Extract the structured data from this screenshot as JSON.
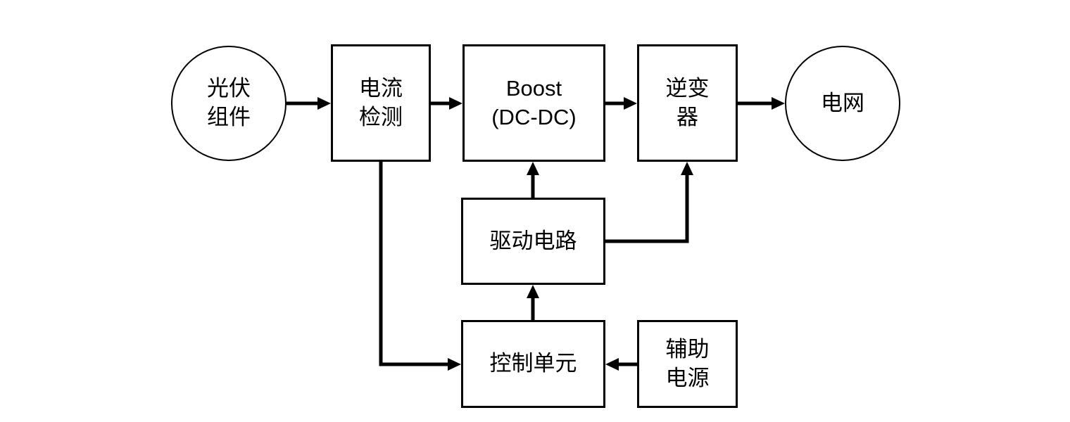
{
  "diagram": {
    "description": "Block diagram of a photovoltaic grid-connected power system",
    "nodes": {
      "pv": {
        "label": "光伏\n组件",
        "shape": "circle"
      },
      "current_sense": {
        "label": "电流\n检测",
        "shape": "rect"
      },
      "boost": {
        "label": "Boost\n(DC-DC)",
        "shape": "rect"
      },
      "inverter": {
        "label": "逆变\n器",
        "shape": "rect"
      },
      "grid": {
        "label": "电网",
        "shape": "circle"
      },
      "driver": {
        "label": "驱动电路",
        "shape": "rect"
      },
      "control": {
        "label": "控制单元",
        "shape": "rect"
      },
      "aux_power": {
        "label": "辅助\n电源",
        "shape": "rect"
      }
    },
    "edges": [
      {
        "from": "pv",
        "to": "current_sense",
        "direction": "right"
      },
      {
        "from": "current_sense",
        "to": "boost",
        "direction": "right"
      },
      {
        "from": "boost",
        "to": "inverter",
        "direction": "right"
      },
      {
        "from": "inverter",
        "to": "grid",
        "direction": "right"
      },
      {
        "from": "driver",
        "to": "boost",
        "direction": "up"
      },
      {
        "from": "driver",
        "to": "inverter",
        "direction": "right-then-up"
      },
      {
        "from": "control",
        "to": "driver",
        "direction": "up"
      },
      {
        "from": "current_sense",
        "to": "control",
        "direction": "down-then-right"
      },
      {
        "from": "aux_power",
        "to": "control",
        "direction": "left"
      }
    ]
  },
  "colors": {
    "line": "#000000",
    "box_border": "#000000",
    "box_fill": "#ffffff",
    "background": "#ffffff",
    "text": "#000000"
  }
}
